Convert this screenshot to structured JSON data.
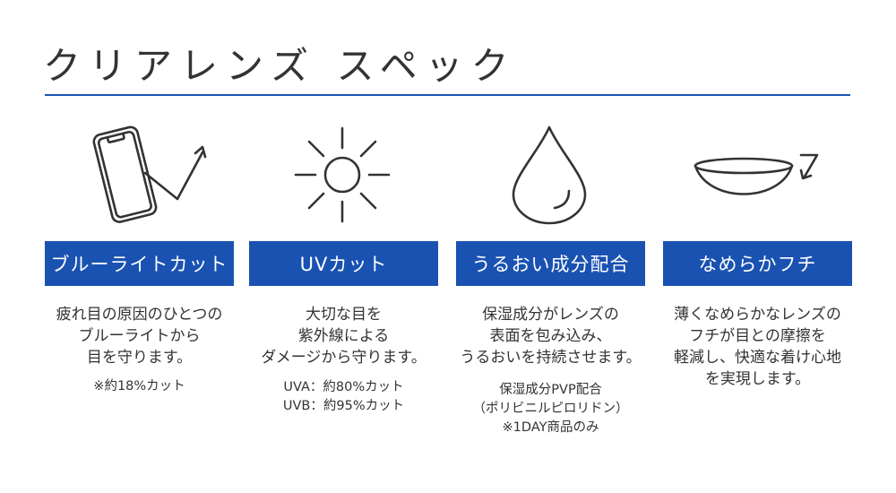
{
  "header": {
    "title": "クリアレンズ スペック"
  },
  "colors": {
    "accent": "#1a52b2",
    "text": "#333333"
  },
  "features": [
    {
      "icon": "phone-light-icon",
      "label": "ブルーライトカット",
      "desc": [
        "疲れ目の原因のひとつの",
        "ブルーライトから",
        "目を守ります。"
      ],
      "note": [
        "※約18%カット"
      ]
    },
    {
      "icon": "sun-icon",
      "label": "UVカット",
      "desc": [
        "大切な目を",
        "紫外線による",
        "ダメージから守ります。"
      ],
      "note": [
        "UVA：約80%カット",
        "UVB：約95%カット"
      ]
    },
    {
      "icon": "water-drop-icon",
      "label": "うるおい成分配合",
      "desc": [
        "保湿成分がレンズの",
        "表面を包み込み、",
        "うるおいを持続させます。"
      ],
      "note": [
        "保湿成分PVP配合",
        "（ポリビニルピロリドン）",
        "※1DAY商品のみ"
      ]
    },
    {
      "icon": "lens-edge-icon",
      "label": "なめらかフチ",
      "desc": [
        "薄くなめらかなレンズの",
        "フチが目との摩擦を",
        "軽減し、快適な着け心地",
        "を実現します。"
      ],
      "note": []
    }
  ]
}
